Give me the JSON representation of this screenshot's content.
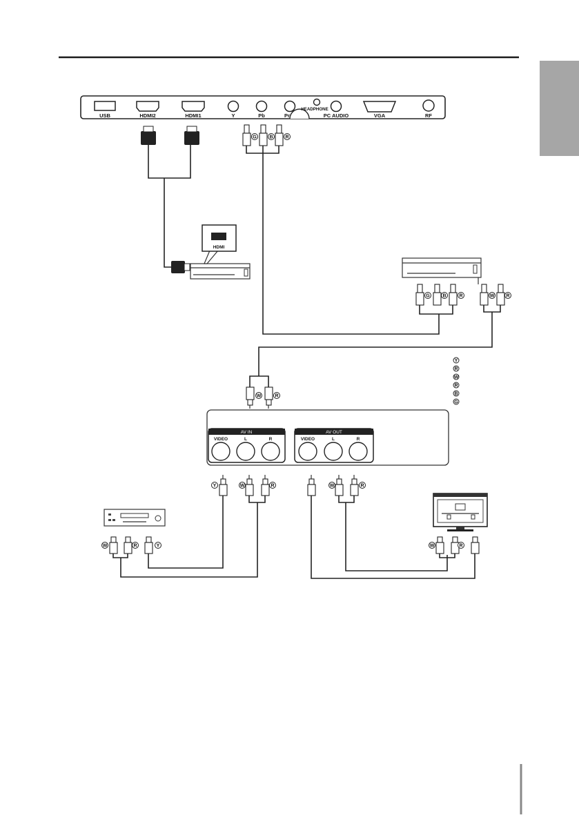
{
  "colors": {
    "rule": "#1a1a1a",
    "tab": "#a6a6a6",
    "line": "#222222"
  },
  "tv_panel": {
    "ports": [
      "USB",
      "HDMI2",
      "HDMI1",
      "Y",
      "Pb",
      "Pr",
      "HEADPHONE",
      "PC AUDIO",
      "VGA",
      "RF"
    ]
  },
  "hdmi_device": {
    "label": "HDMI"
  },
  "component_badges": [
    "G",
    "B",
    "R"
  ],
  "audio_badges": [
    "W",
    "R"
  ],
  "color_legend": [
    "Y",
    "R",
    "W",
    "R",
    "B",
    "G"
  ],
  "av_panel": {
    "av_in": {
      "title": "AV IN",
      "jacks": [
        "VIDEO",
        "L",
        "R"
      ]
    },
    "av_out": {
      "title": "AV OUT",
      "jacks": [
        "VIDEO",
        "L",
        "R"
      ]
    }
  },
  "input_badges": [
    "Y",
    "W",
    "R"
  ],
  "dvd_badges": [
    "W",
    "R",
    "Y"
  ],
  "output_badges": [
    "W",
    "R"
  ],
  "monitor_badges": [
    "W",
    "R"
  ]
}
